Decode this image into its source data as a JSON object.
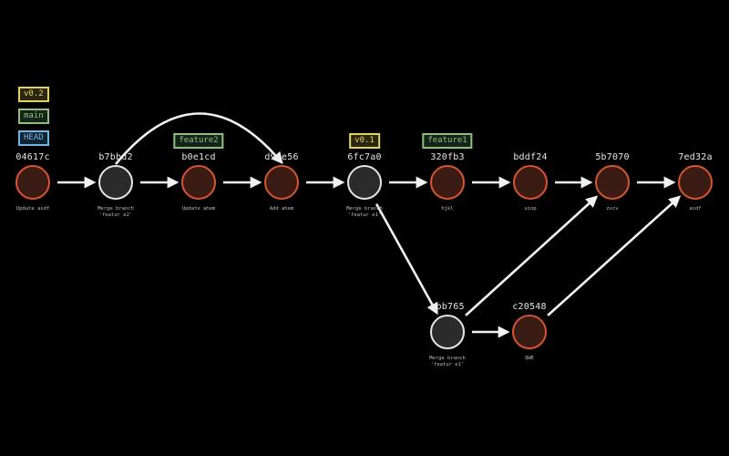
{
  "colors": {
    "background": "#000000",
    "commit_fill": "#3a1c14",
    "commit_stroke": "#d9542f",
    "merge_fill": "#2b2b2b",
    "merge_stroke": "#e6e6e6",
    "arrow": "#f2f2f2",
    "tag_yellow": "#e2d35a",
    "branch_green": "#8fbf7a",
    "head_blue": "#6fb6e6"
  },
  "stacked_refs": [
    {
      "id": "v0.2",
      "label": "v0.2",
      "kind": "tag"
    },
    {
      "id": "main",
      "label": "main",
      "kind": "branch"
    },
    {
      "id": "HEAD",
      "label": "HEAD",
      "kind": "head"
    }
  ],
  "commits": [
    {
      "id": "04617c",
      "sha": "04617c",
      "message": "Update asdf",
      "merge": false
    },
    {
      "id": "b7bbd2",
      "sha": "b7bbd2",
      "message": "Merge branch 'featur e2'",
      "merge": true
    },
    {
      "id": "b0e1cd",
      "sha": "b0e1cd",
      "message": "Update ahem",
      "merge": false
    },
    {
      "id": "d96e56",
      "sha": "d96e56",
      "message": "Add ahem",
      "merge": false
    },
    {
      "id": "6fc7a0",
      "sha": "6fc7a0",
      "message": "Merge branch 'featur e1'",
      "merge": true
    },
    {
      "id": "320fb3",
      "sha": "320fb3",
      "message": "hjkl",
      "merge": false
    },
    {
      "id": "bddf24",
      "sha": "bddf24",
      "message": "uiop",
      "merge": false
    },
    {
      "id": "5b7070",
      "sha": "5b7070",
      "message": "zxcv",
      "merge": false
    },
    {
      "id": "7ed32a",
      "sha": "7ed32a",
      "message": "asdf",
      "merge": false
    },
    {
      "id": "abb765",
      "sha": "abb765",
      "message": "Merge branch 'featur e1'",
      "merge": true
    },
    {
      "id": "c20548",
      "sha": "c20548",
      "message": "QWE",
      "merge": false
    }
  ],
  "refs": [
    {
      "label": "feature2",
      "kind": "branch",
      "commit": "b0e1cd"
    },
    {
      "label": "v0.1",
      "kind": "tag",
      "commit": "6fc7a0"
    },
    {
      "label": "feature1",
      "kind": "branch",
      "commit": "320fb3"
    }
  ],
  "edges": [
    {
      "from": "04617c",
      "to": "b7bbd2"
    },
    {
      "from": "b7bbd2",
      "to": "b0e1cd"
    },
    {
      "from": "b0e1cd",
      "to": "d96e56"
    },
    {
      "from": "b7bbd2",
      "to": "d96e56",
      "curved": true
    },
    {
      "from": "d96e56",
      "to": "6fc7a0"
    },
    {
      "from": "6fc7a0",
      "to": "320fb3"
    },
    {
      "from": "320fb3",
      "to": "bddf24"
    },
    {
      "from": "bddf24",
      "to": "5b7070"
    },
    {
      "from": "5b7070",
      "to": "7ed32a"
    },
    {
      "from": "6fc7a0",
      "to": "abb765"
    },
    {
      "from": "abb765",
      "to": "c20548"
    },
    {
      "from": "abb765",
      "to": "5b7070"
    },
    {
      "from": "c20548",
      "to": "7ed32a"
    }
  ]
}
